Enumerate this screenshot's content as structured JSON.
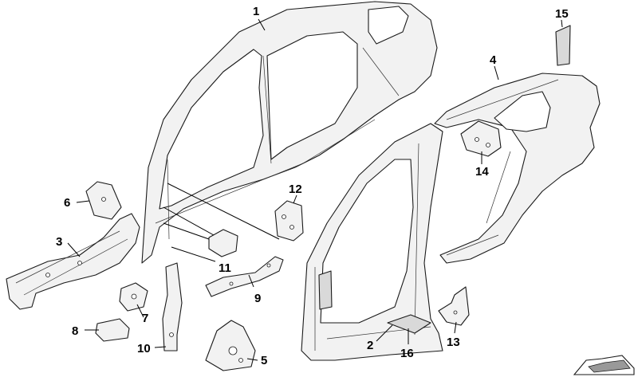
{
  "callouts": [
    {
      "id": "c1",
      "label": "1"
    },
    {
      "id": "c2",
      "label": "2"
    },
    {
      "id": "c3",
      "label": "3"
    },
    {
      "id": "c4",
      "label": "4"
    },
    {
      "id": "c5",
      "label": "5"
    },
    {
      "id": "c6",
      "label": "6"
    },
    {
      "id": "c7",
      "label": "7"
    },
    {
      "id": "c8",
      "label": "8"
    },
    {
      "id": "c9",
      "label": "9"
    },
    {
      "id": "c10",
      "label": "10"
    },
    {
      "id": "c11",
      "label": "11"
    },
    {
      "id": "c12",
      "label": "12"
    },
    {
      "id": "c13",
      "label": "13"
    },
    {
      "id": "c14",
      "label": "14"
    },
    {
      "id": "c15",
      "label": "15"
    },
    {
      "id": "c16",
      "label": "16"
    }
  ],
  "colors": {
    "line": "#1a1a1a",
    "fill": "#f2f2f2",
    "background": "#ffffff"
  },
  "icons": {
    "corner": "car-side-icon"
  }
}
